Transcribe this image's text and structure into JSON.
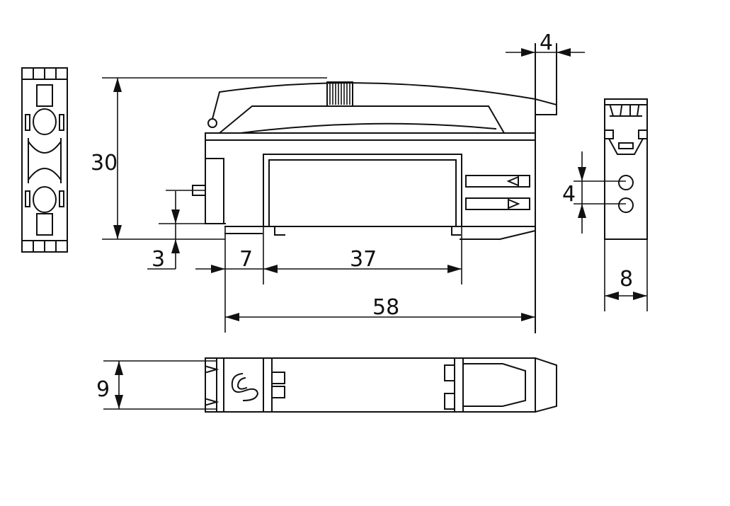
{
  "dimensions": {
    "top_offset": "4",
    "height": "30",
    "pin_offset": "3",
    "left_gap": "7",
    "window_width": "37",
    "total_length": "58",
    "led_spacing": "4",
    "side_width": "8",
    "thickness": "9"
  }
}
